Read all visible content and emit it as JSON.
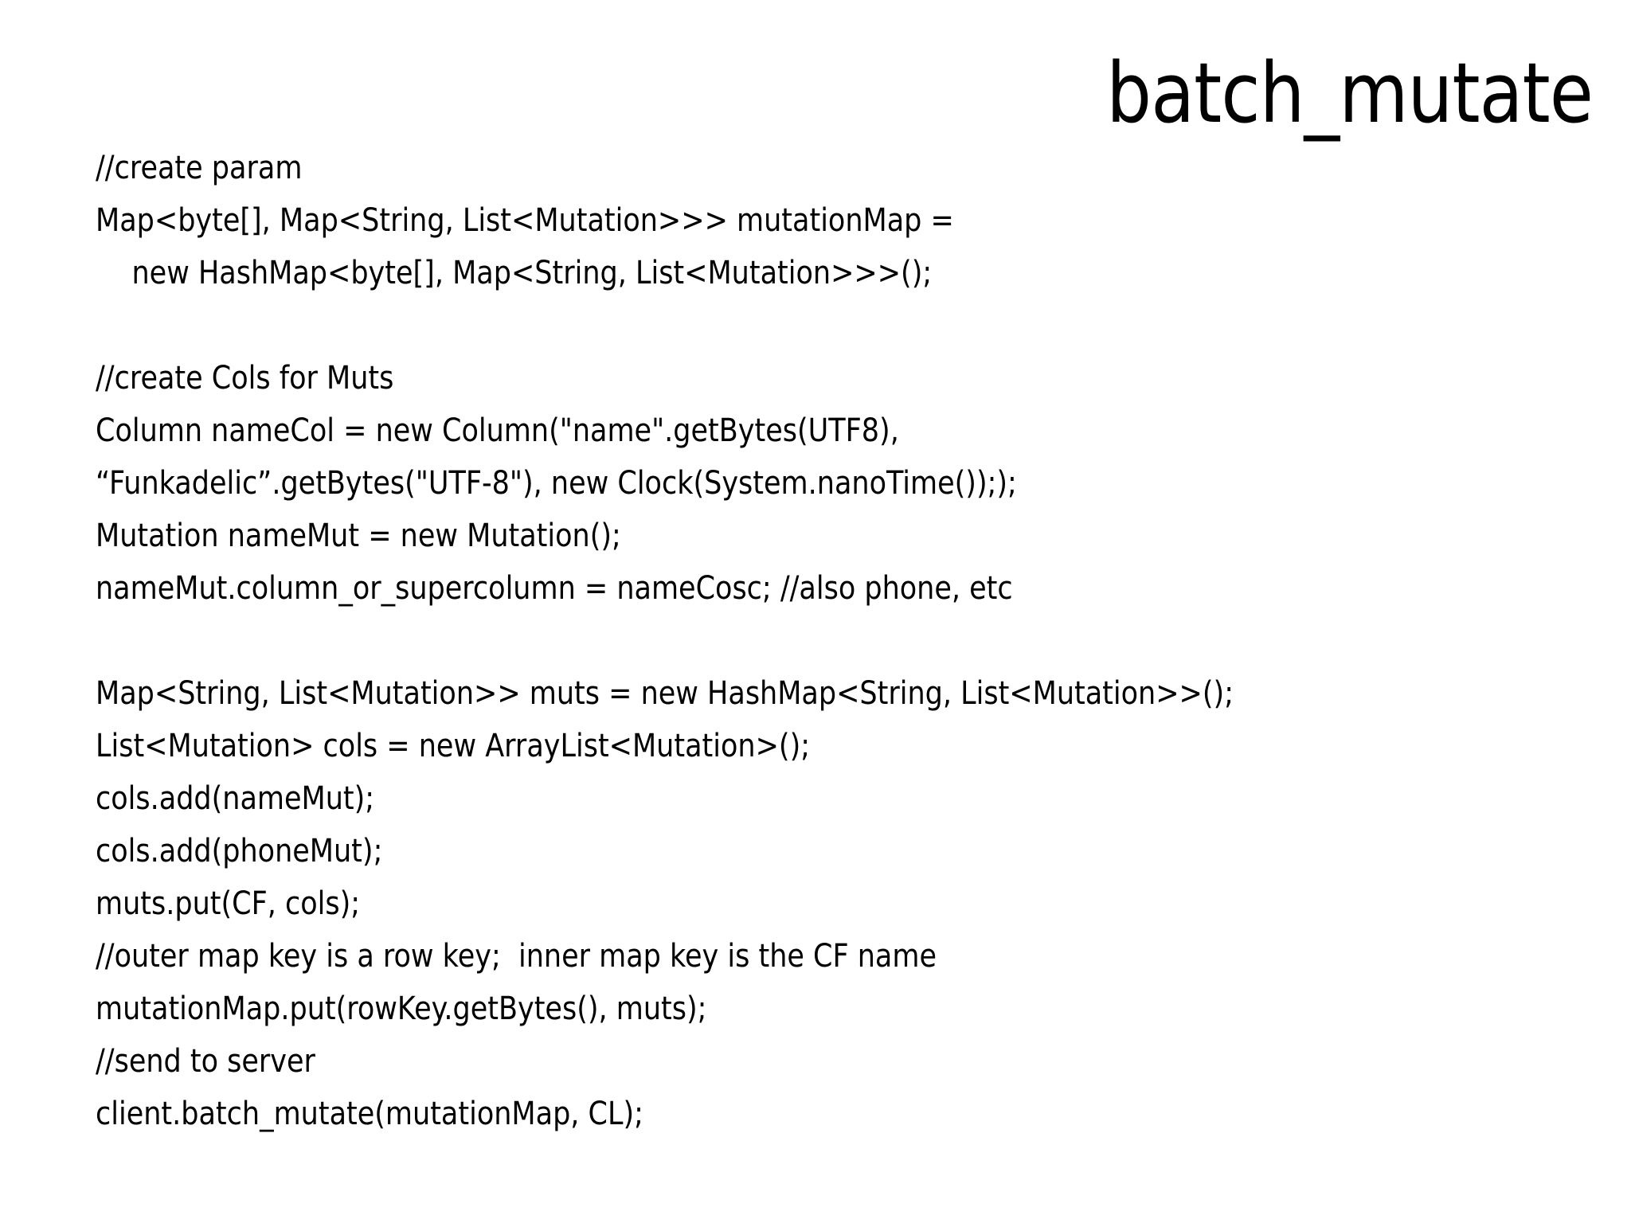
{
  "slide": {
    "title": "batch_mutate",
    "background_color": "#ffffff",
    "text_color": "#000000",
    "code_lines": [
      {
        "text": "//create param",
        "indent": false
      },
      {
        "text": "Map<byte[], Map<String, List<Mutation>>> mutationMap =",
        "indent": false
      },
      {
        "text": "new HashMap<byte[], Map<String, List<Mutation>>>();",
        "indent": true
      },
      {
        "text": "",
        "indent": false
      },
      {
        "text": "//create Cols for Muts",
        "indent": false
      },
      {
        "text": "Column nameCol = new Column(\"name\".getBytes(UTF8),",
        "indent": false
      },
      {
        "text": "“Funkadelic”.getBytes(\"UTF-8\"), new Clock(System.nanoTime()););",
        "indent": false
      },
      {
        "text": "Mutation nameMut = new Mutation();",
        "indent": false
      },
      {
        "text": "nameMut.column_or_supercolumn = nameCosc; //also phone, etc",
        "indent": false
      },
      {
        "text": "",
        "indent": false
      },
      {
        "text": "Map<String, List<Mutation>> muts = new HashMap<String, List<Mutation>>();",
        "indent": false
      },
      {
        "text": "List<Mutation> cols = new ArrayList<Mutation>();",
        "indent": false
      },
      {
        "text": "cols.add(nameMut);",
        "indent": false
      },
      {
        "text": "cols.add(phoneMut);",
        "indent": false
      },
      {
        "text": "muts.put(CF, cols);",
        "indent": false
      },
      {
        "text": "//outer map key is a row key;  inner map key is the CF name",
        "indent": false
      },
      {
        "text": "mutationMap.put(rowKey.getBytes(), muts);",
        "indent": false
      },
      {
        "text": "//send to server",
        "indent": false
      },
      {
        "text": "client.batch_mutate(mutationMap, CL);",
        "indent": false
      }
    ]
  }
}
